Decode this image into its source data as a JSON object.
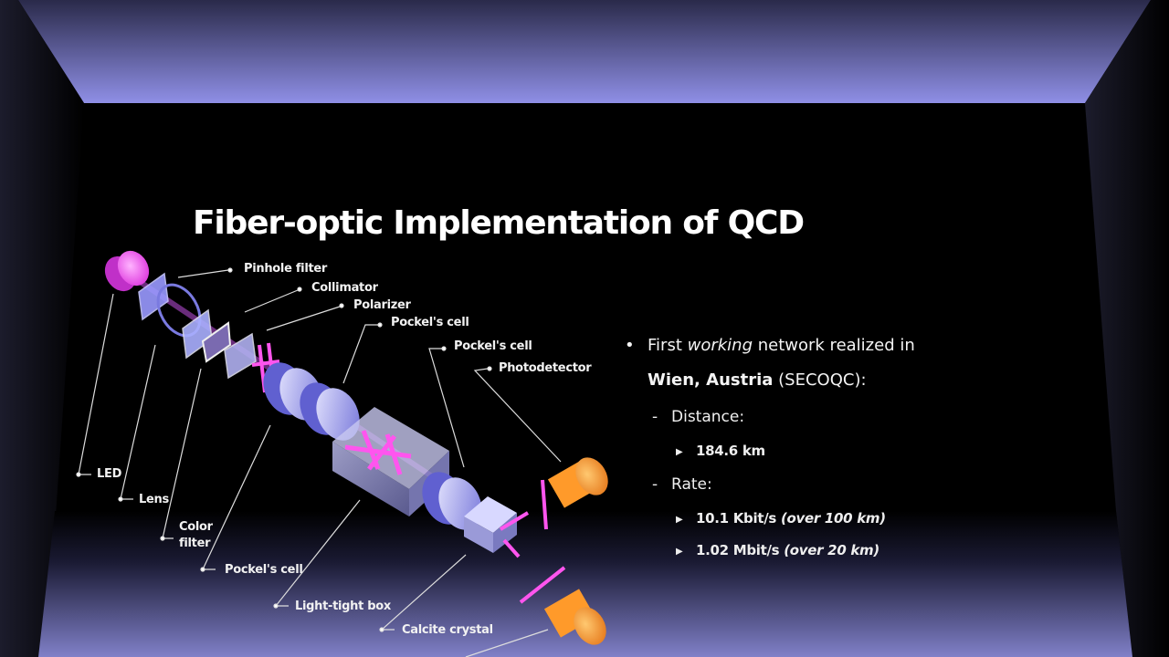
{
  "slide": {
    "title": "Fiber-optic Implementation of QCD"
  },
  "diagram": {
    "labels": {
      "pinhole_filter": "Pinhole filter",
      "collimator": "Collimator",
      "polarizer": "Polarizer",
      "pockels_cell_top": "Pockel's cell",
      "pockels_cell_right": "Pockel's cell",
      "photodetector": "Photodetector",
      "led": "LED",
      "lens": "Lens",
      "color_filter_line1": "Color",
      "color_filter_line2": "filter",
      "pockels_cell_bottom": "Pockel's cell",
      "light_tight_box": "Light-tight box",
      "calcite_crystal": "Calcite crystal"
    }
  },
  "bullets": {
    "first_prefix": "First ",
    "first_italic": "working",
    "first_suffix": " network realized in",
    "location_bold": "Wien, Austria",
    "location_rest": " (SECOQC):",
    "distance_label": "Distance:",
    "distance_value": "184.6 km",
    "rate_label": "Rate:",
    "rate1_value": "10.1 Kbit/s ",
    "rate1_note": "(over 100 km)",
    "rate2_value": "1.02 Mbit/s ",
    "rate2_note": "(over 20 km)"
  },
  "colors": {
    "frame_lavender": "#8a8ae0",
    "laser_magenta": "#ff55ee",
    "detector_orange": "#ff9a2a",
    "led_pink": "#ff66ff"
  }
}
